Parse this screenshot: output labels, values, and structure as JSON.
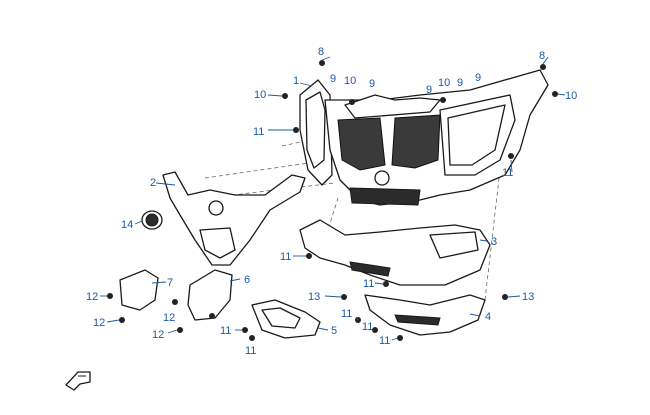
{
  "callouts": {
    "c1": "1",
    "c2": "2",
    "c3": "3",
    "c4": "4",
    "c5": "5",
    "c6": "6",
    "c7": "7",
    "c8a": "8",
    "c8b": "8",
    "c9a": "9",
    "c9b": "9",
    "c9c": "9",
    "c9d": "9",
    "c9e": "9",
    "c10a": "10",
    "c10b": "10",
    "c10c": "10",
    "c10d": "10",
    "c11a": "11",
    "c11b": "11",
    "c11c": "11",
    "c11d": "11",
    "c11e": "11",
    "c11f": "11",
    "c11g": "11",
    "c11h": "11",
    "c11i": "11",
    "c12a": "12",
    "c12b": "12",
    "c12c": "12",
    "c12d": "12",
    "c13a": "13",
    "c13b": "13",
    "c14": "14"
  },
  "icons": {
    "orientation": "front-arrow-icon"
  },
  "colors": {
    "callout": "#1a5aa8",
    "line": "#1a1a1a"
  }
}
